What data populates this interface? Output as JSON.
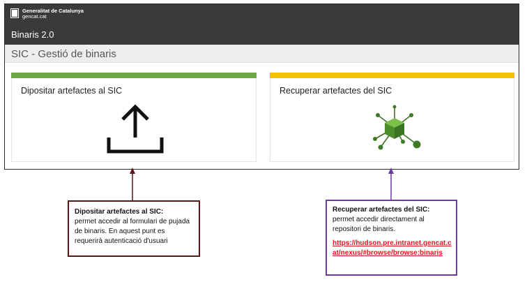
{
  "header": {
    "org_line1": "Generalitat de Catalunya",
    "org_line2": "gencat.cat",
    "app_title": "Binaris 2.0",
    "page_title": "SIC - Gestió de binaris"
  },
  "cards": [
    {
      "title": "Dipositar artefactes al SIC",
      "icon": "upload-icon",
      "accent": "#6ea845"
    },
    {
      "title": "Recuperar artefactes del SIC",
      "icon": "cube-network-icon",
      "accent": "#f2c200"
    }
  ],
  "callouts": [
    {
      "title": "Dipositar artefactes al SIC:",
      "body": "permet accedir al formulari de pujada de binaris. En aquest punt es requerirà autenticació d'usuari",
      "border_color": "#5c1515"
    },
    {
      "title": "Recuperar artefactes del SIC:",
      "body": "permet accedir directament al repositori de binaris.",
      "link": "https://hudson.pre.intranet.gencat.cat/nexus/#browse/browse:binaris",
      "border_color": "#6b3aa0"
    }
  ]
}
